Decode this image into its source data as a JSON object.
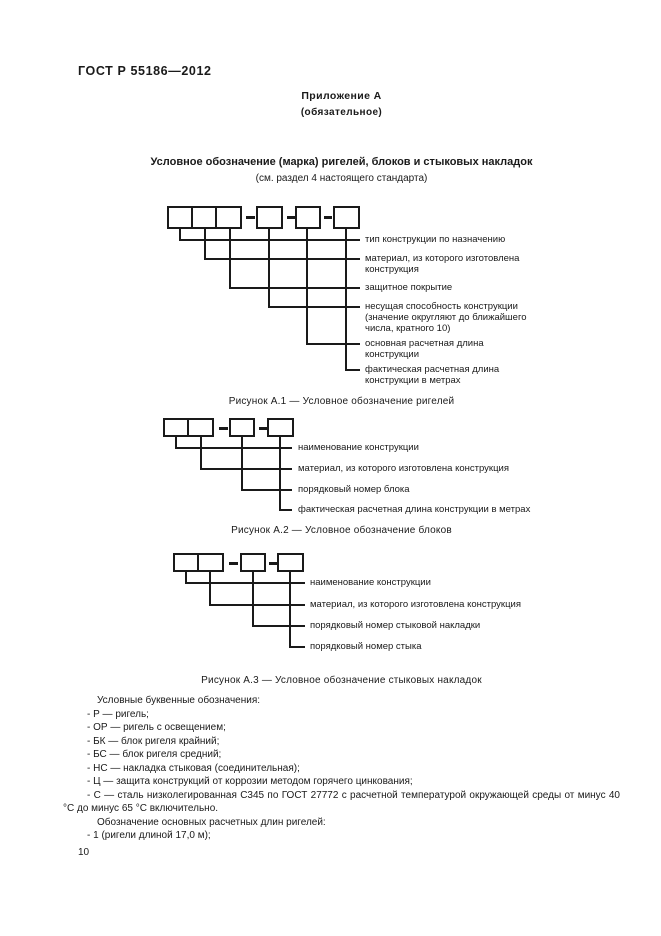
{
  "page": {
    "doc_number": "ГОСТ Р 55186—2012",
    "page_number": "10"
  },
  "appendix": {
    "title": "Приложение А",
    "subtitle": "(обязательное)",
    "heading": "Условное обозначение (марка) ригелей, блоков и стыковых накладок",
    "heading_note": "(см. раздел 4 настоящего стандарта)"
  },
  "figure1": {
    "caption": "Рисунок А.1 — Условное обозначение ригелей",
    "labels": [
      "тип конструкции по назначению",
      "материал, из которого изготовлена\nконструкция",
      "защитное покрытие",
      "несущая способность конструкции\n(значение округляют до ближайшего\nчисла, кратного 10)",
      "основная расчетная длина\nконструкции",
      "фактическая расчетная длина\nконструкции в метрах"
    ]
  },
  "figure2": {
    "caption": "Рисунок А.2 — Условное обозначение блоков",
    "labels": [
      "наименование конструкции",
      "материал, из которого изготовлена конструкция",
      "порядковый номер блока",
      "фактическая расчетная длина конструкции в метрах"
    ]
  },
  "figure3": {
    "caption": "Рисунок А.3 — Условное обозначение стыковых накладок",
    "labels": [
      "наименование конструкции",
      "материал, из которого изготовлена конструкция",
      "порядковый номер стыковой накладки",
      "порядковый номер стыка"
    ]
  },
  "legend": {
    "intro": "Условные буквенные обозначения:",
    "items": [
      "- Р — ригель;",
      "- ОР — ригель с освещением;",
      "- БК — блок ригеля крайний;",
      "- БС — блок ригеля средний;",
      "- НС — накладка стыковая (соединительная);",
      "- Ц — защита конструкций от коррозии методом горячего цинкования;",
      "- С — сталь низколегированная С345 по ГОСТ 27772 с расчетной температурой окружающей среды от минус 40 °С до минус 65 °С включительно."
    ],
    "lengths_intro": "Обозначение основных расчетных длин ригелей:",
    "lengths_items": [
      "- 1 (ригели длиной 17,0 м);"
    ]
  }
}
